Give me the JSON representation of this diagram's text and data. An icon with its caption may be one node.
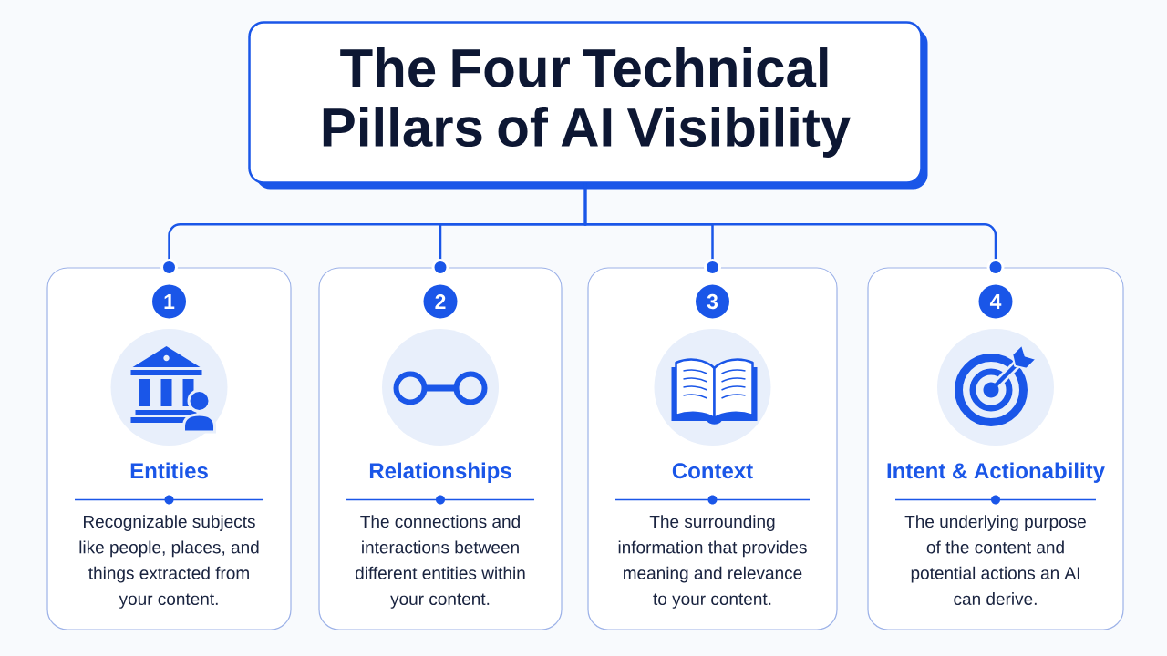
{
  "diagram": {
    "nodes": [
      {
        "text": [
          "The Four Technical Pillars of AI Visibility"
        ]
      },
      {
        "text": [
          "Entities",
          "Recognizable subjects like people, places, and things extracted from your content."
        ]
      },
      {
        "text": [
          "1"
        ],
        "in": 1
      },
      {
        "text": [
          "Relationships",
          "The connections and interactions between different entities within your content."
        ]
      },
      {
        "text": [
          "2"
        ],
        "in": 3
      },
      {
        "text": [
          "Context",
          "The surrounding information that provides meaning and relevance to your content."
        ]
      },
      {
        "text": [
          "3"
        ],
        "in": 5
      },
      {
        "text": [
          "Intent & Actionability",
          "The underlying purpose of the content and potential actions an AI can derive."
        ]
      },
      {
        "text": [
          "4"
        ],
        "in": 7
      }
    ],
    "edges": [
      {
        "from": 0,
        "to": 1,
        "arrow": "other"
      },
      {
        "from": 0,
        "to": 3,
        "arrow": "other"
      },
      {
        "from": 0,
        "to": 5,
        "arrow": "other"
      },
      {
        "from": 0,
        "to": 7,
        "arrow": "other"
      }
    ]
  }
}
